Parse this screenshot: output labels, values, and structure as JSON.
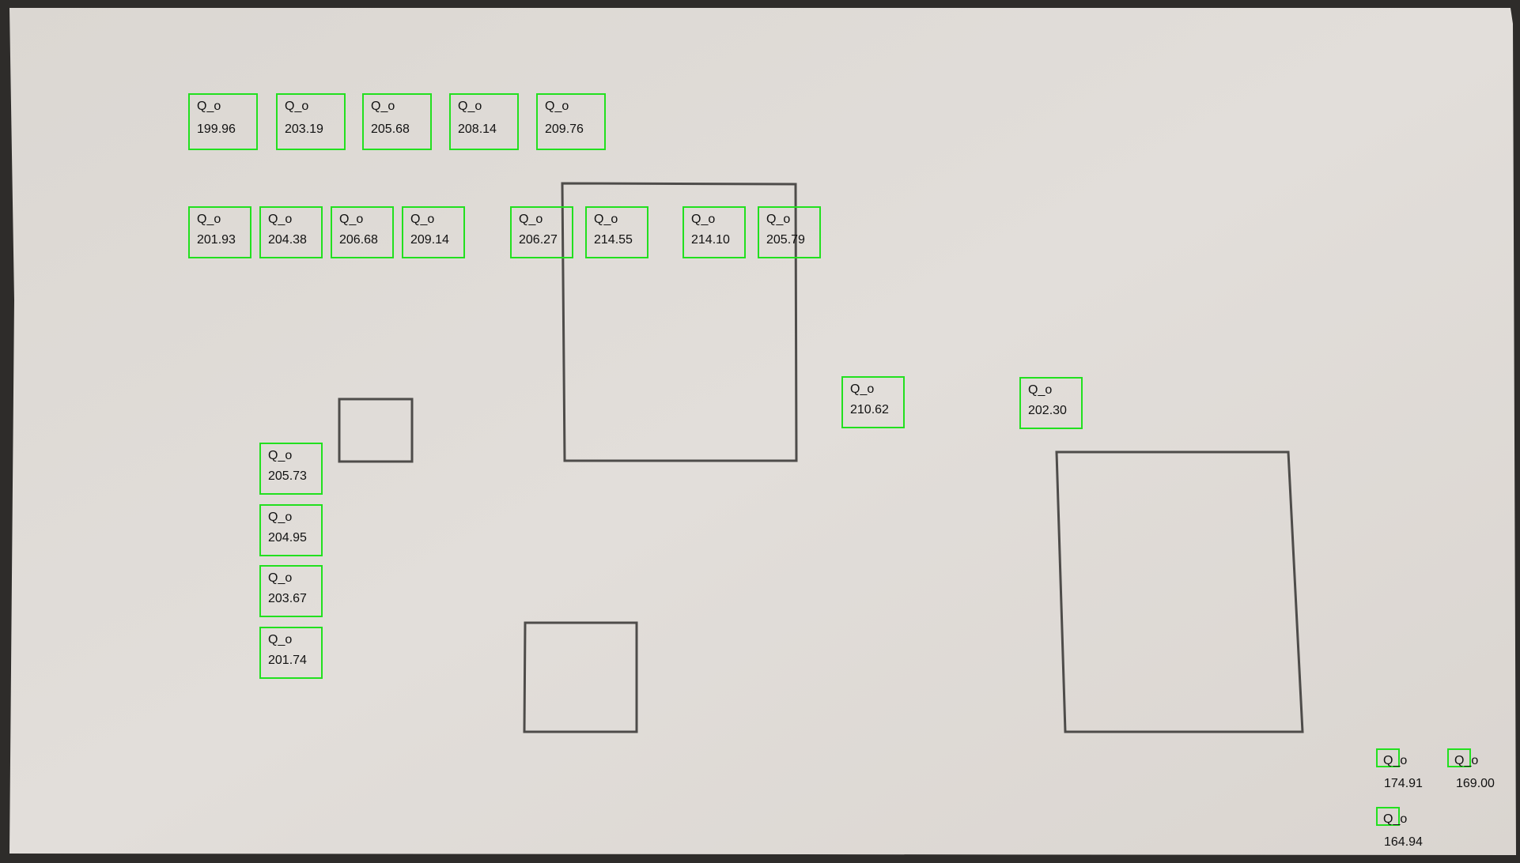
{
  "detections": [
    {
      "label": "Q_o",
      "value": "199.96"
    },
    {
      "label": "Q_o",
      "value": "203.19"
    },
    {
      "label": "Q_o",
      "value": "205.68"
    },
    {
      "label": "Q_o",
      "value": "208.14"
    },
    {
      "label": "Q_o",
      "value": "209.76"
    },
    {
      "label": "Q_o",
      "value": "201.93"
    },
    {
      "label": "Q_o",
      "value": "204.38"
    },
    {
      "label": "Q_o",
      "value": "206.68"
    },
    {
      "label": "Q_o",
      "value": "209.14"
    },
    {
      "label": "Q_o",
      "value": "206.27"
    },
    {
      "label": "Q_o",
      "value": "214.55"
    },
    {
      "label": "Q_o",
      "value": "214.10"
    },
    {
      "label": "Q_o",
      "value": "205.79"
    },
    {
      "label": "Q_o",
      "value": "210.62"
    },
    {
      "label": "Q_o",
      "value": "202.30"
    },
    {
      "label": "Q_o",
      "value": "205.73"
    },
    {
      "label": "Q_o",
      "value": "204.95"
    },
    {
      "label": "Q_o",
      "value": "203.67"
    },
    {
      "label": "Q_o",
      "value": "201.74"
    },
    {
      "label": "Q_o",
      "value": "174.91"
    },
    {
      "label": "Q_o",
      "value": "169.00"
    },
    {
      "label": "Q_o",
      "value": "164.94"
    }
  ],
  "colors": {
    "box": "#22e01f",
    "text": "#111111",
    "paper": "#dedad5",
    "frame": "#2e2c2a"
  }
}
